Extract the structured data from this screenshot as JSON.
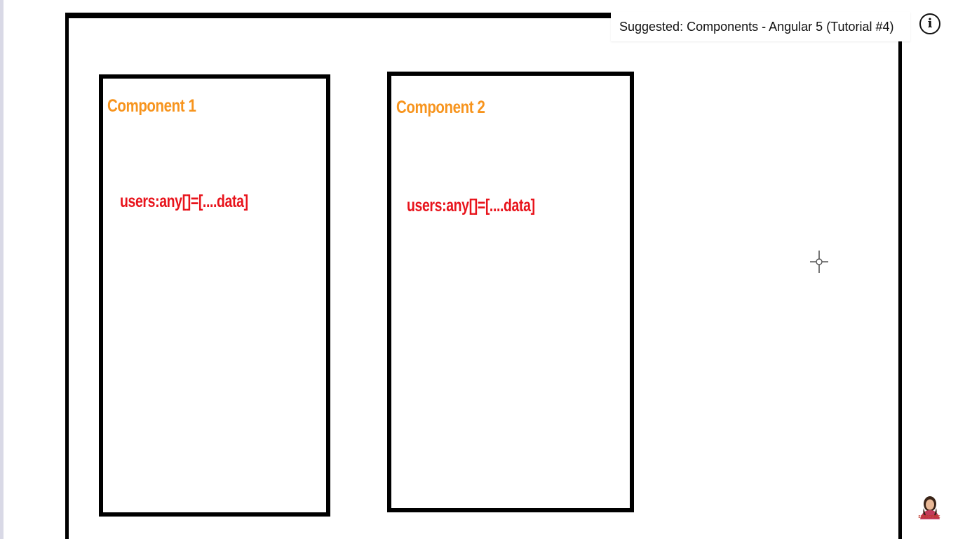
{
  "slide": {
    "components": [
      {
        "title": "Component 1",
        "code": "users:any[]=[....data]"
      },
      {
        "title": "Component 2",
        "code": "users:any[]=[....data]"
      }
    ],
    "title_color": "#f7941d",
    "code_color": "#e8141c"
  },
  "overlay": {
    "suggestion": "Suggested: Components - Angular 5 (Tutorial #4)",
    "info_icon": "info-icon",
    "subscribe_label": "SUBSCRIBE"
  }
}
